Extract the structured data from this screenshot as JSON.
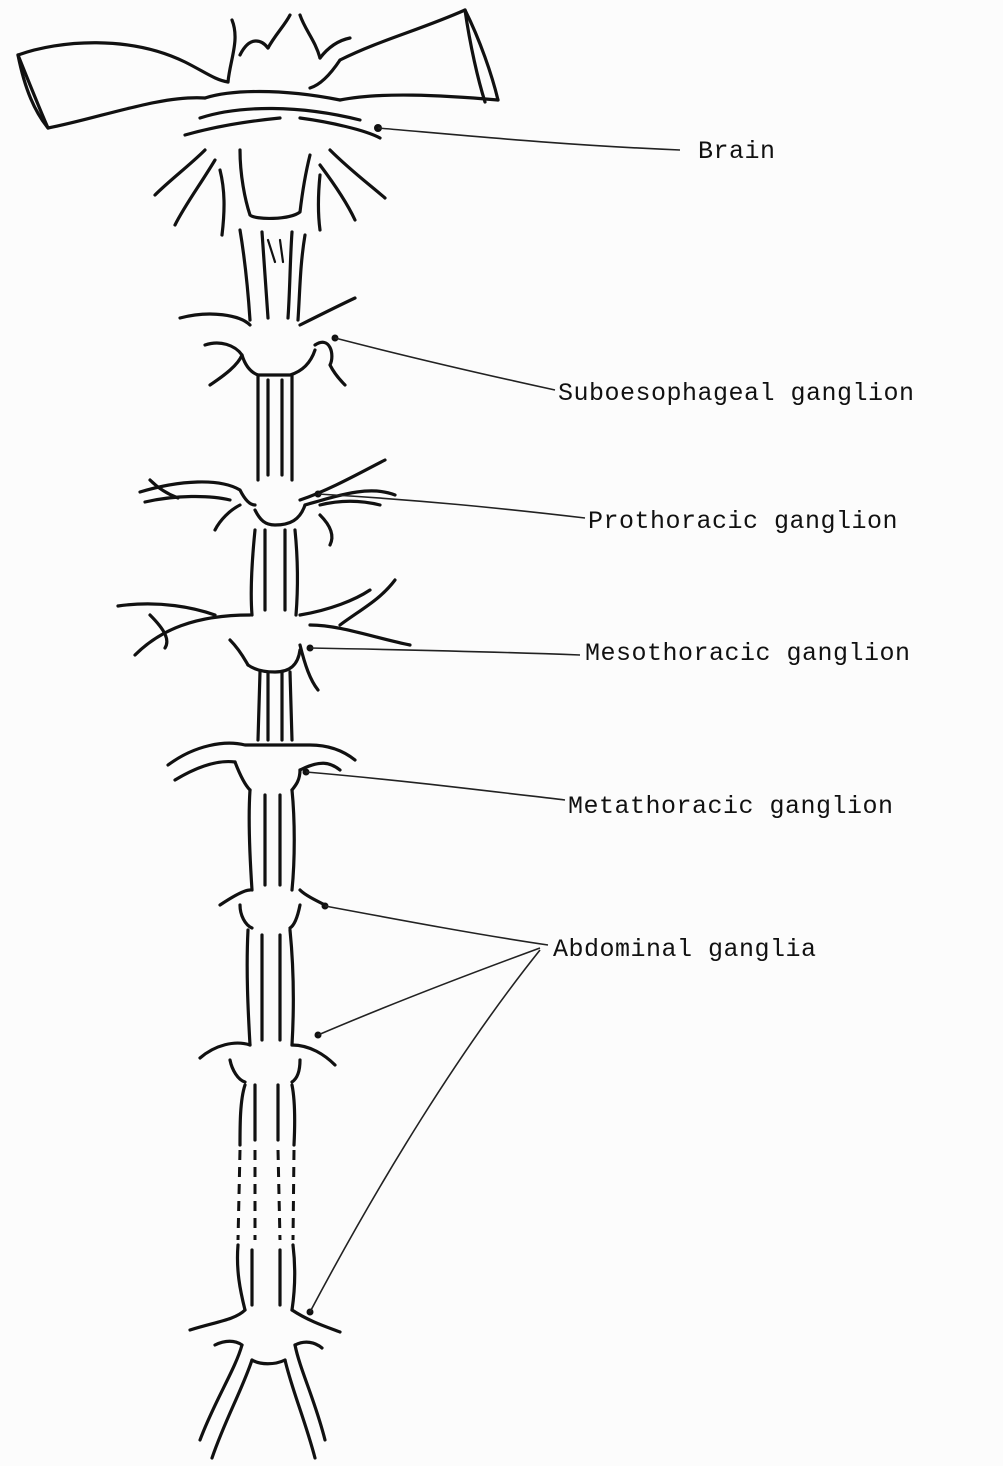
{
  "labels": {
    "brain": "Brain",
    "suboesophageal": "Suboesophageal ganglion",
    "prothoracic": "Prothoracic ganglion",
    "mesothoracic": "Mesothoracic ganglion",
    "metathoracic": "Metathoracic ganglion",
    "abdominal": "Abdominal ganglia"
  }
}
